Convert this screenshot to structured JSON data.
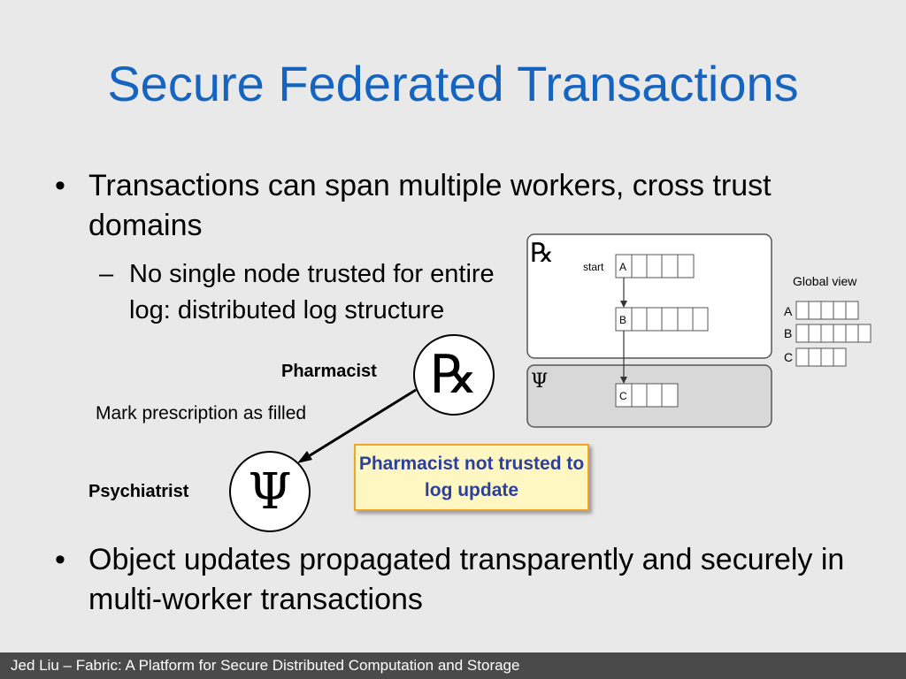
{
  "slide": {
    "title": "Secure Federated Transactions",
    "bullet1": "Transactions can span multiple workers, cross trust domains",
    "sub1": "No single node trusted for entire log:  distributed log structure",
    "bullet2": "Object updates propagated transparently and securely in multi-worker transactions",
    "bullet_symbol": "•",
    "dash_symbol": "–"
  },
  "diagram": {
    "rx_symbol": "℞",
    "psi_symbol": "Ψ",
    "start_label": "start",
    "log_a": "A",
    "log_b": "B",
    "log_c": "C",
    "global_view_label": "Global view",
    "global_a": "A",
    "global_b": "B",
    "global_c": "C"
  },
  "scenario": {
    "pharmacist_label": "Pharmacist",
    "psychiatrist_label": "Psychiatrist",
    "rx_symbol": "℞",
    "psi_symbol": "Ψ",
    "action_caption": "Mark prescription as filled",
    "callout": "Pharmacist not trusted to log update"
  },
  "footer": {
    "text": "Jed Liu – Fabric: A Platform for Secure Distributed Computation and Storage"
  }
}
